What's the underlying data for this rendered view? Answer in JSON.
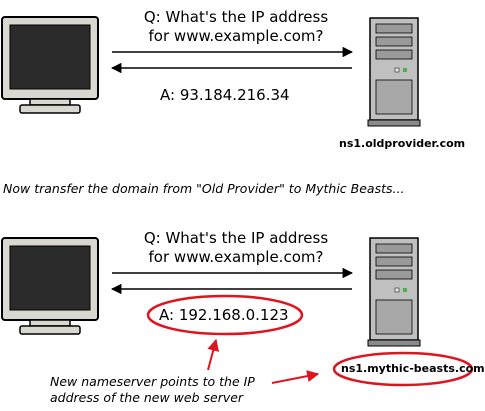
{
  "scene_top": {
    "question_line1": "Q: What's the IP address",
    "question_line2": "for www.example.com?",
    "answer": "A: 93.184.216.34",
    "server_label": "ns1.oldprovider.com"
  },
  "transfer_text": "Now transfer the domain from \"Old Provider\" to Mythic Beasts...",
  "scene_bottom": {
    "question_line1": "Q: What's the IP address",
    "question_line2": "for www.example.com?",
    "answer": "A: 192.168.0.123",
    "server_label": "ns1.mythic-beasts.com"
  },
  "note_line1": "New nameserver points to the IP",
  "note_line2": "address of the new web server",
  "colors": {
    "highlight": "#e0141e",
    "monitor_frame": "#d8d8d0",
    "server_body": "#c0c0c0"
  }
}
